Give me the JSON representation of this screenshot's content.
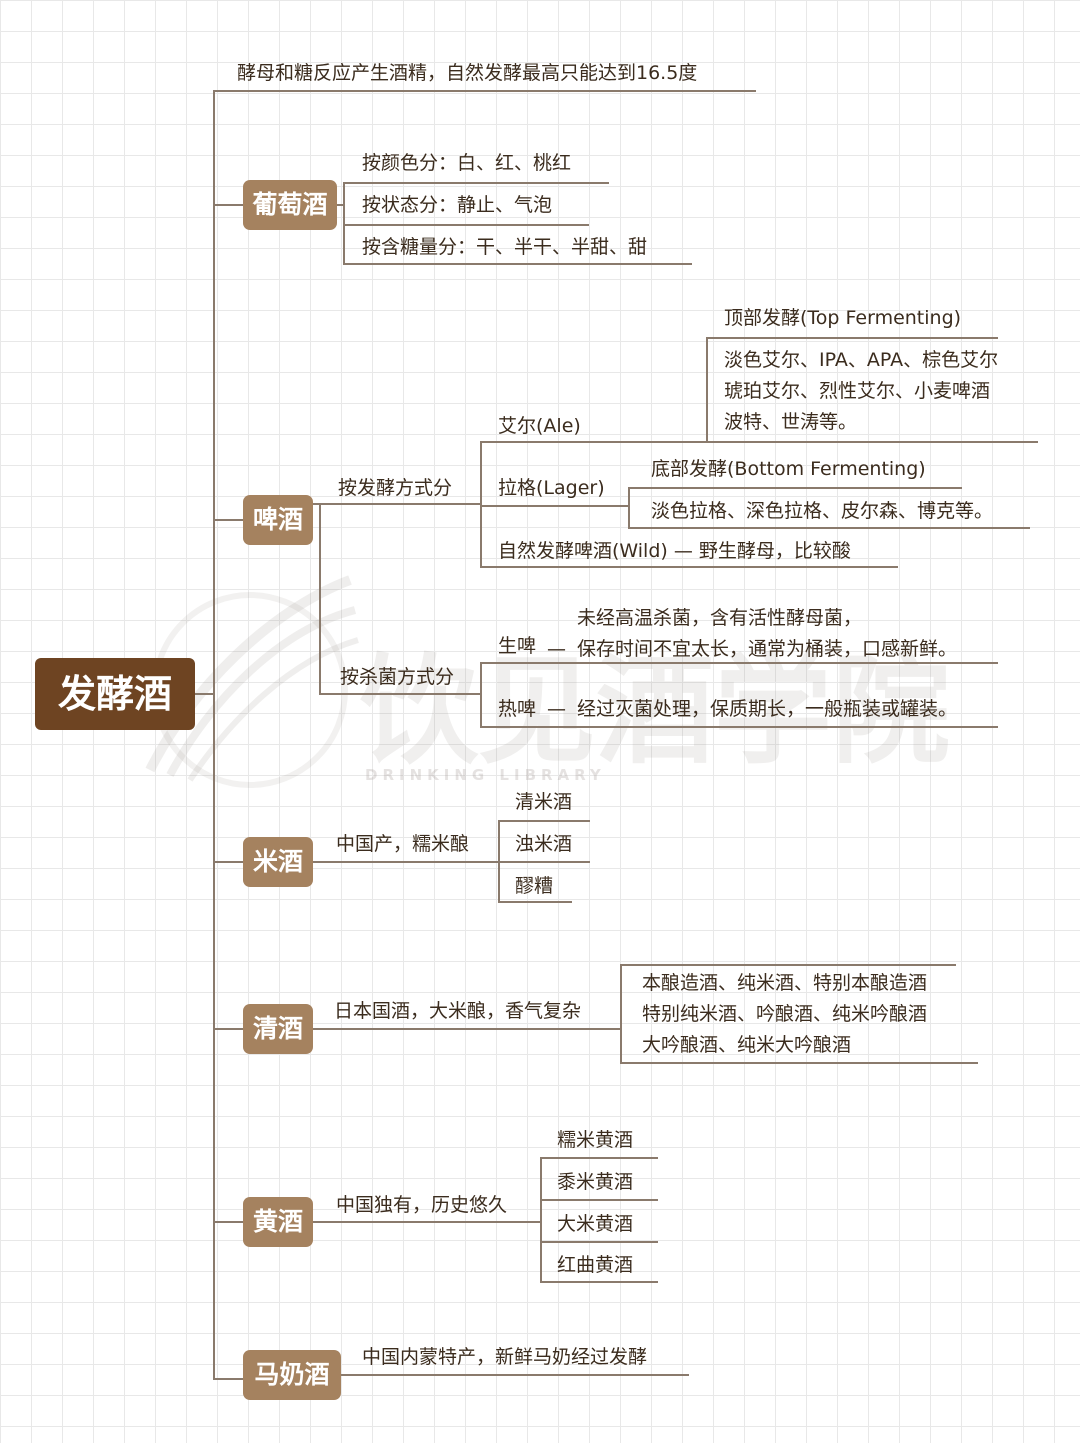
{
  "root": "发酵酒",
  "intro": "酵母和糖反应产生酒精，自然发酵最高只能达到16.5度",
  "watermark": {
    "text": "饮见酒学院",
    "sub": "DRINKING LIBRARY"
  },
  "wine": {
    "label": "葡萄酒",
    "items": [
      "按颜色分：白、红、桃红",
      "按状态分：静止、气泡",
      "按含糖量分：干、半干、半甜、甜"
    ]
  },
  "beer": {
    "label": "啤酒",
    "by_fermentation": "按发酵方式分",
    "ale": "艾尔(Ale)",
    "top_fermenting": "顶部发酵(Top Fermenting)",
    "ale_types": [
      "淡色艾尔、IPA、APA、棕色艾尔",
      "琥珀艾尔、烈性艾尔、小麦啤酒",
      "波特、世涛等。"
    ],
    "lager": "拉格(Lager)",
    "bottom_fermenting": "底部发酵(Bottom Fermenting)",
    "lager_types": "淡色拉格、深色拉格、皮尔森、博克等。",
    "wild": "自然发酵啤酒(Wild)",
    "wild_desc": "野生酵母，比较酸",
    "by_sterilization": "按杀菌方式分",
    "raw": "生啤",
    "raw_desc": [
      "未经高温杀菌，含有活性酵母菌，",
      "保存时间不宜太长，通常为桶装，口感新鲜。"
    ],
    "cooked": "热啤",
    "cooked_desc": "经过灭菌处理，保质期长，一般瓶装或罐装。"
  },
  "rice_wine": {
    "label": "米酒",
    "desc": "中国产，糯米酿",
    "items": [
      "清米酒",
      "浊米酒",
      "醪糟"
    ]
  },
  "sake": {
    "label": "清酒",
    "desc": "日本国酒，大米酿，香气复杂",
    "items": [
      "本酿造酒、纯米酒、特别本酿造酒",
      "特别纯米酒、吟酿酒、纯米吟酿酒",
      "大吟酿酒、纯米大吟酿酒"
    ]
  },
  "huangjiu": {
    "label": "黄酒",
    "desc": "中国独有，历史悠久",
    "items": [
      "糯米黄酒",
      "黍米黄酒",
      "大米黄酒",
      "红曲黄酒"
    ]
  },
  "kumis": {
    "label": "马奶酒",
    "desc": "中国内蒙特产，新鲜马奶经过发酵"
  },
  "colors": {
    "root_bg": "#6e4422",
    "category_bg": "#a5825f",
    "line": "#8a7a6c",
    "grid": "#e8e8e8"
  }
}
